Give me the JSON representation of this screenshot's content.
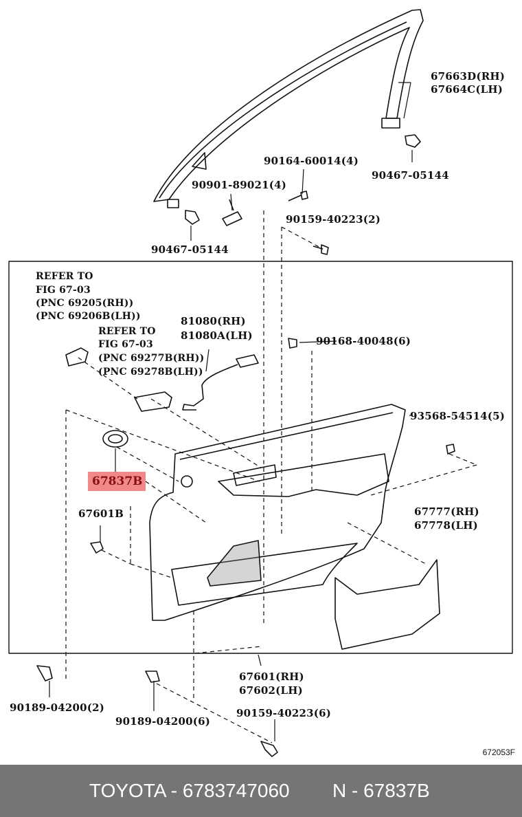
{
  "labels": {
    "p67663": "67663D(RH)",
    "p67664": "67664C(LH)",
    "p90164": "90164-60014(4)",
    "p90467a": "90467-05144",
    "p90901": "90901-89021(4)",
    "p90159a": "90159-40223(2)",
    "p90467b": "90467-05144",
    "ref1a": "REFER TO",
    "ref1b": "FIG 67-03",
    "ref1c": "(PNC 69205(RH))",
    "ref1d": "(PNC 69206B(LH))",
    "p81080a": "81080(RH)",
    "p81080b": "81080A(LH)",
    "p90168": "90168-40048(6)",
    "ref2a": "REFER TO",
    "ref2b": "FIG 67-03",
    "ref2c": "(PNC 69277B(RH))",
    "ref2d": "(PNC 69278B(LH))",
    "p93568": "93568-54514(5)",
    "p67837": "67837B",
    "p67601b": "67601B",
    "p67777": "67777(RH)",
    "p67778": "67778(LH)",
    "p67601": "67601(RH)",
    "p67602": "67602(LH)",
    "p90189a": "90189-04200(2)",
    "p90189b": "90189-04200(6)",
    "p90159b": "90159-40223(6)",
    "code": "672053F"
  },
  "footer": {
    "left": "TOYOTA - 6783747060",
    "right": "N - 67837B"
  }
}
